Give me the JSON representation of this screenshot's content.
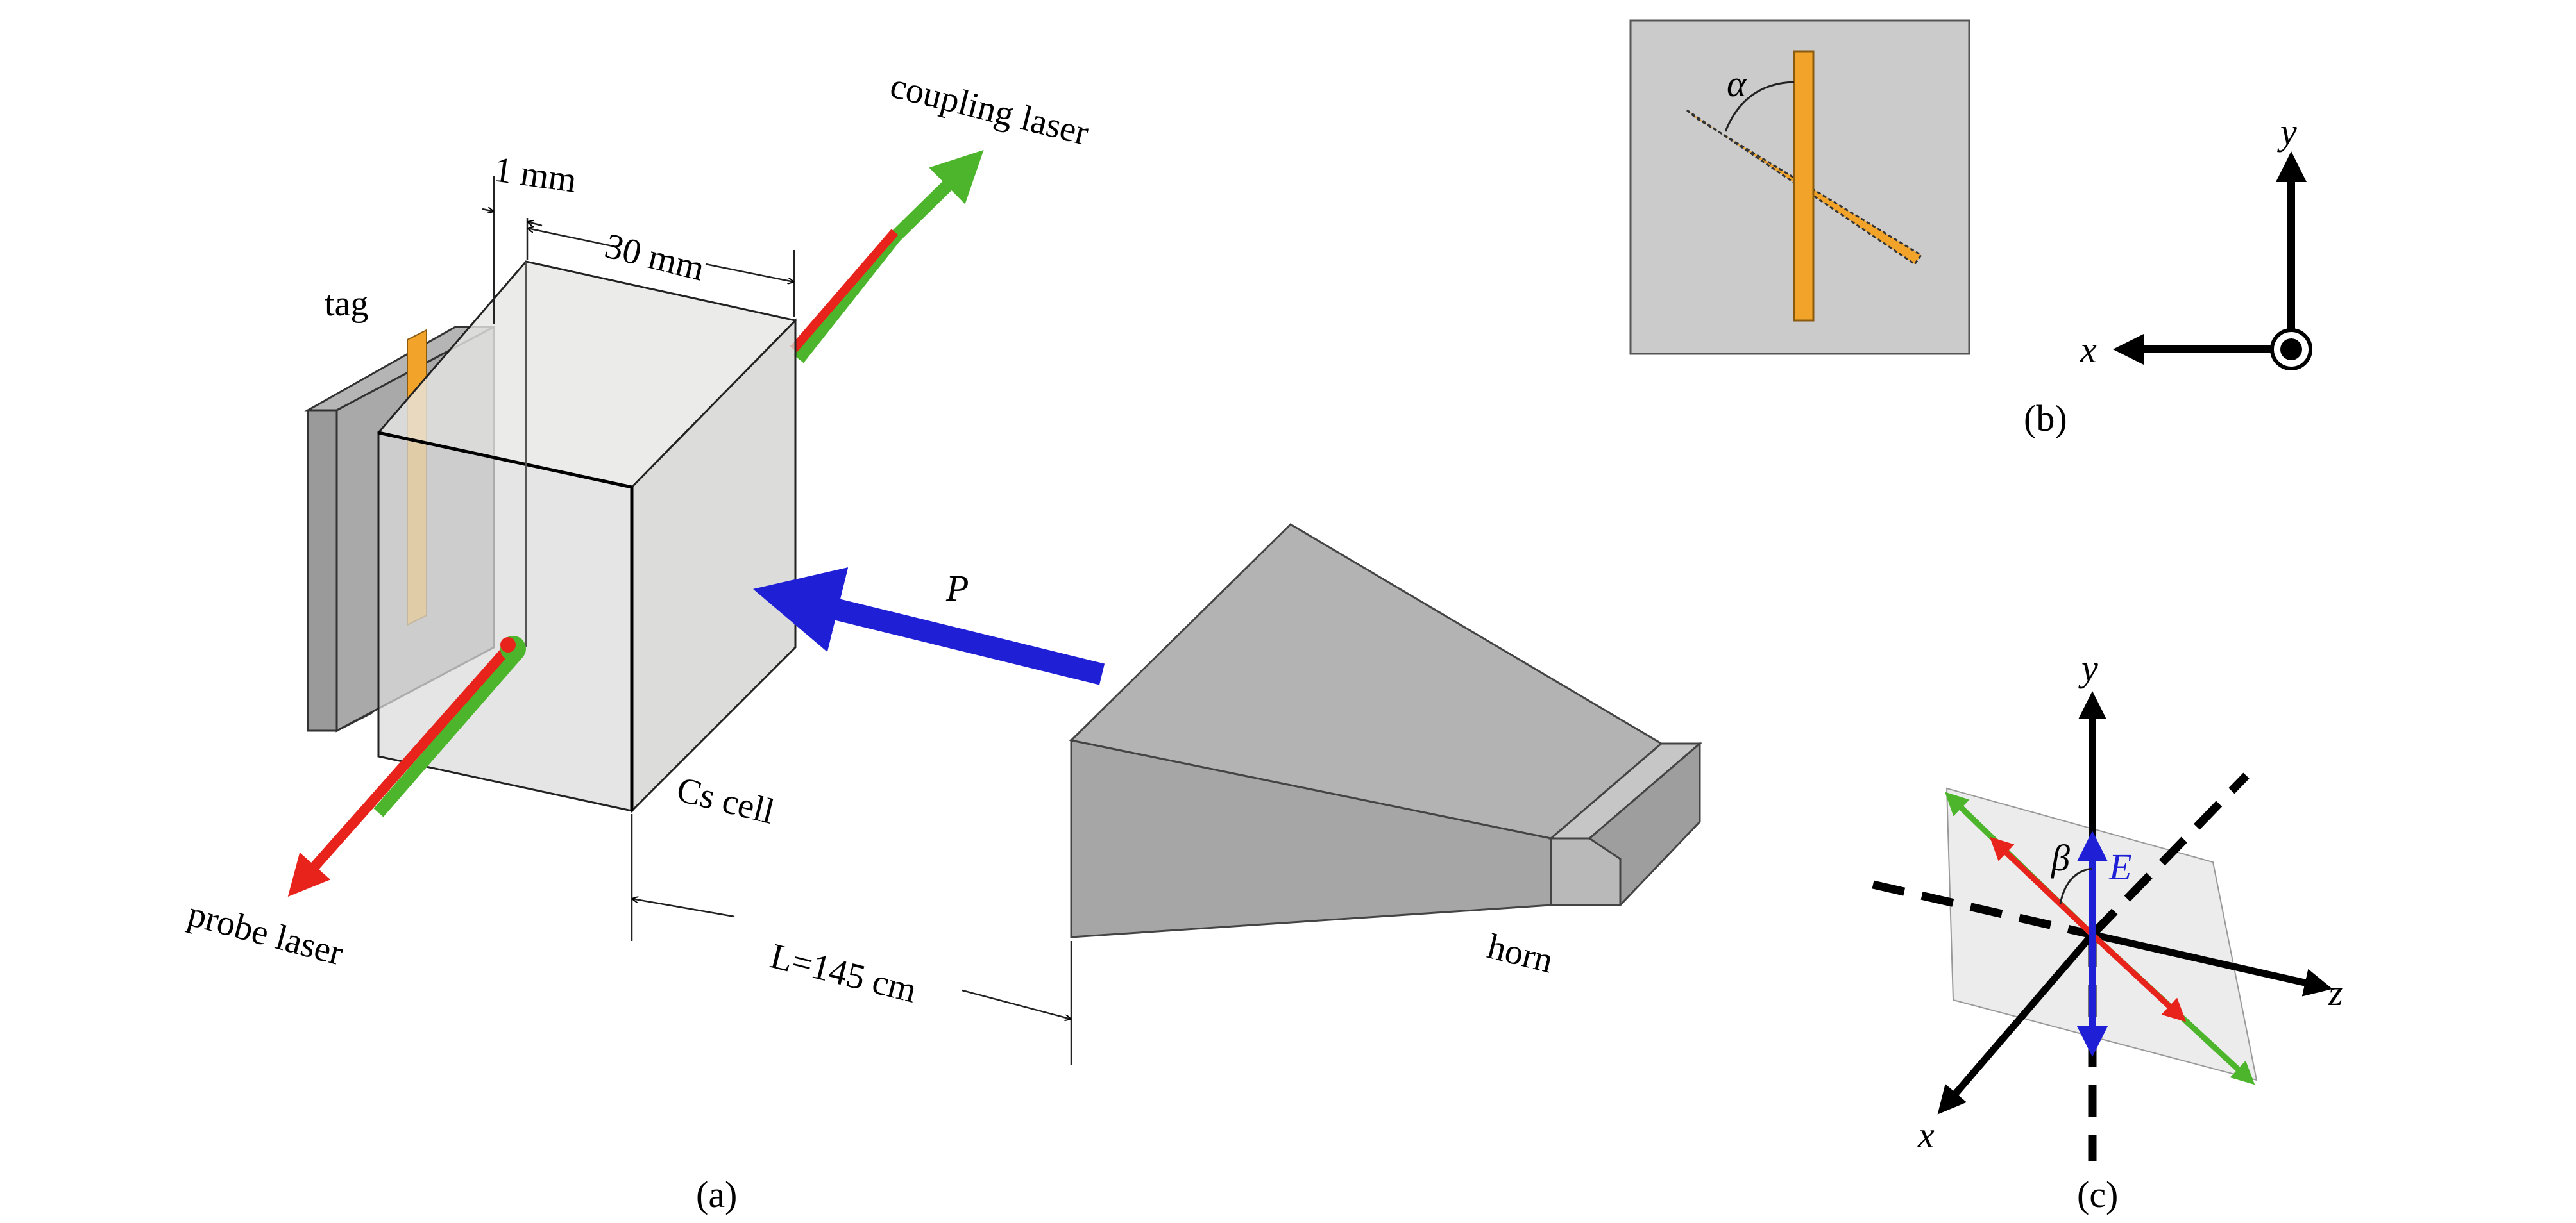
{
  "panel_a": {
    "panel_label": "(a)",
    "tag_label": "tag",
    "gap_label": "1 mm",
    "cell_size_label": "30 mm",
    "coupling_label": "coupling laser",
    "probe_label": "probe laser",
    "cell_label": "Cs cell",
    "power_label": "P",
    "distance_label": "L=145 cm",
    "horn_label": "horn"
  },
  "panel_b": {
    "panel_label": "(b)",
    "angle_label": "α",
    "axis_y": "y",
    "axis_x": "x"
  },
  "panel_c": {
    "panel_label": "(c)",
    "axis_y": "y",
    "axis_x": "x",
    "axis_z": "z",
    "angle_label": "β",
    "field_label": "E"
  },
  "colors": {
    "probe_laser": "#e8231c",
    "coupling_laser": "#4cb52b",
    "microwave_arrow": "#1f1fd6",
    "field_arrow": "#1f1fd6",
    "tag_strip": "#f2a42a",
    "component_gray": "#c8c8c8"
  }
}
